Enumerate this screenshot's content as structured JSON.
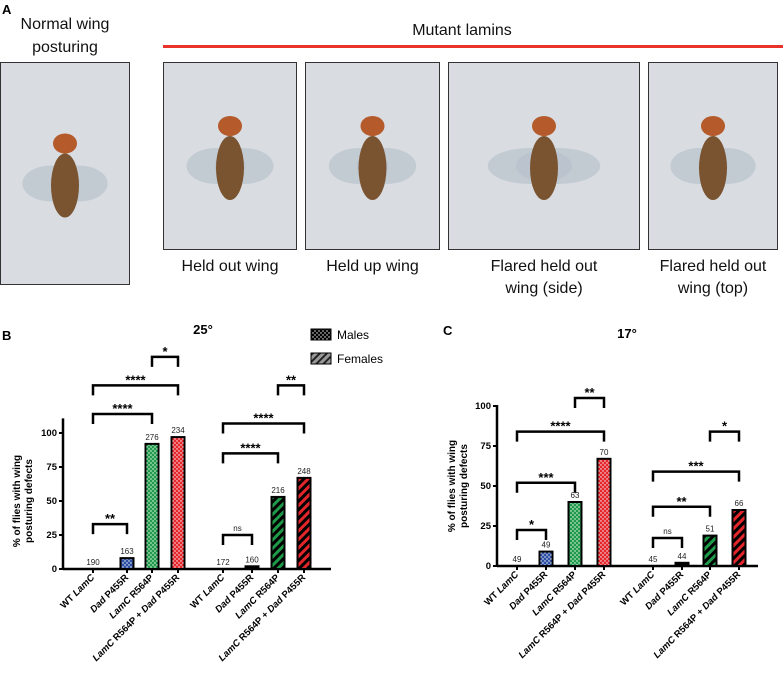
{
  "panel_a": {
    "label": "A",
    "normal_title_line1": "Normal wing",
    "normal_title_line2": "posturing",
    "mutant_title": "Mutant lamins",
    "mutant_line_color": "#e8332a",
    "photos": [
      {
        "caption_line1": "",
        "caption_line2": ""
      },
      {
        "caption_line1": "Held out wing",
        "caption_line2": ""
      },
      {
        "caption_line1": "Held up wing",
        "caption_line2": ""
      },
      {
        "caption_line1": "Flared held out",
        "caption_line2": "wing (side)"
      },
      {
        "caption_line1": "Flared held out",
        "caption_line2": "wing (top)"
      }
    ]
  },
  "legend": {
    "males": "Males",
    "females": "Females"
  },
  "chart_data": [
    {
      "panel": "B",
      "type": "bar",
      "title": "25°",
      "ylabel_line1": "% of flies with wing",
      "ylabel_line2": "posturing defects",
      "ylim": [
        0,
        110
      ],
      "yticks": [
        "0",
        "25",
        "50",
        "75",
        "100"
      ],
      "categories": [
        "WT LamC",
        "Dad P455R",
        "LamC R564P",
        "LamC R564P + Dad P455R",
        "WT LamC",
        "Dad P455R",
        "LamC R564P",
        "LamC R564P + Dad P455R"
      ],
      "sex": [
        "Males",
        "Males",
        "Males",
        "Males",
        "Females",
        "Females",
        "Females",
        "Females"
      ],
      "values": [
        0,
        8,
        92,
        97,
        0,
        2,
        53,
        67
      ],
      "n_labels": [
        "190",
        "163",
        "276",
        "234",
        "172",
        "160",
        "216",
        "248"
      ],
      "colors": [
        "#000000",
        "#2c4fa3",
        "#1f9a4a",
        "#e3262b",
        "#000000",
        "#000000",
        "#1f9a4a",
        "#e3262b"
      ],
      "comparisons": [
        {
          "from": 0,
          "to": 1,
          "level": 33,
          "label": "**"
        },
        {
          "from": 0,
          "to": 2,
          "level": 114,
          "label": "****"
        },
        {
          "from": 0,
          "to": 3,
          "level": 135,
          "label": "****"
        },
        {
          "from": 2,
          "to": 3,
          "level": 156,
          "label": "*"
        },
        {
          "from": 4,
          "to": 5,
          "level": 25,
          "label": "ns"
        },
        {
          "from": 4,
          "to": 6,
          "level": 85,
          "label": "****"
        },
        {
          "from": 4,
          "to": 7,
          "level": 107,
          "label": "****"
        },
        {
          "from": 6,
          "to": 7,
          "level": 135,
          "label": "**"
        }
      ]
    },
    {
      "panel": "C",
      "type": "bar",
      "title": "17°",
      "ylabel_line1": "% of flies with wing",
      "ylabel_line2": "posturing defects",
      "ylim": [
        0,
        100
      ],
      "yticks": [
        "0",
        "25",
        "50",
        "75",
        "100"
      ],
      "categories": [
        "WT LamC",
        "Dad P455R",
        "LamC R564P",
        "LamC R564P + Dad P455R",
        "WT LamC",
        "Dad P455R",
        "LamC R564P",
        "LamC R564P + Dad P455R"
      ],
      "sex": [
        "Males",
        "Males",
        "Males",
        "Males",
        "Females",
        "Females",
        "Females",
        "Females"
      ],
      "values": [
        0,
        9,
        40,
        67,
        0,
        2,
        19,
        35
      ],
      "n_labels": [
        "49",
        "49",
        "63",
        "70",
        "45",
        "44",
        "51",
        "66"
      ],
      "colors": [
        "#000000",
        "#2c4fa3",
        "#1f9a4a",
        "#e3262b",
        "#000000",
        "#000000",
        "#1f9a4a",
        "#e3262b"
      ],
      "comparisons": [
        {
          "from": 0,
          "to": 1,
          "level": 22.5,
          "label": "*"
        },
        {
          "from": 0,
          "to": 2,
          "level": 52,
          "label": "***"
        },
        {
          "from": 0,
          "to": 3,
          "level": 84,
          "label": "****"
        },
        {
          "from": 2,
          "to": 3,
          "level": 105,
          "label": "**"
        },
        {
          "from": 4,
          "to": 5,
          "level": 17.5,
          "label": "ns"
        },
        {
          "from": 4,
          "to": 6,
          "level": 37,
          "label": "**"
        },
        {
          "from": 4,
          "to": 7,
          "level": 59,
          "label": "***"
        },
        {
          "from": 6,
          "to": 7,
          "level": 84,
          "label": "*"
        }
      ]
    }
  ]
}
